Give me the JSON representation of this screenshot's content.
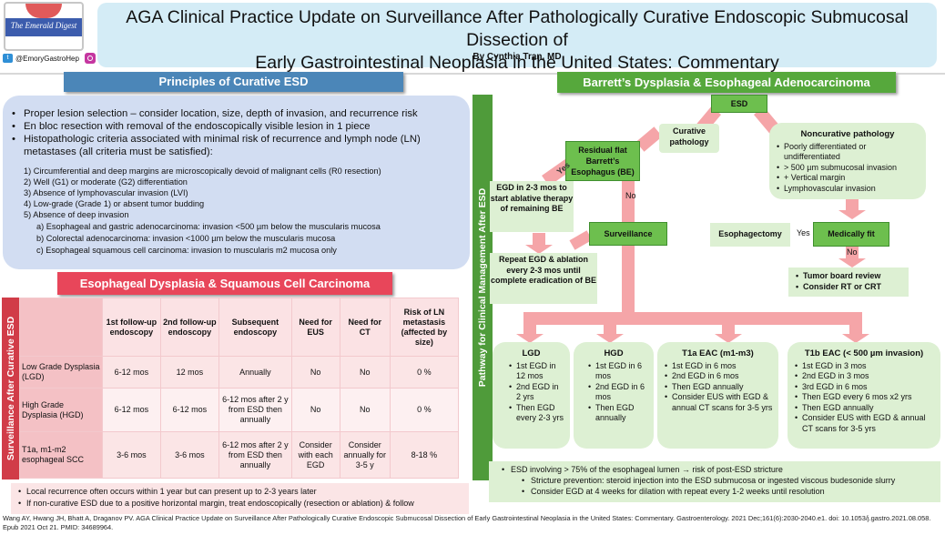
{
  "header": {
    "title_line1": "AGA Clinical Practice Update on Surveillance After Pathologically Curative Endoscopic Submucosal Dissection of",
    "title_line2": "Early Gastrointestinal Neoplasia in the United States: Commentary",
    "author": "By Cynthia Tran, MD",
    "logo_text": "The Emerald Digest",
    "handle": "@EmoryGastroHep"
  },
  "principles": {
    "heading": "Principles of Curative ESD",
    "bullets": [
      "Proper lesion selection – consider location, size, depth of invasion, and recurrence risk",
      "En bloc resection with removal of the endoscopically visible lesion in 1 piece",
      "Histopathologic criteria associated with minimal risk of recurrence and lymph node (LN)",
      "metastases (all criteria must be satisfied):"
    ],
    "criteria": [
      "1)  Circumferential and deep margins are microscopically devoid of malignant cells (R0 resection)",
      "2)  Well (G1) or moderate (G2) differentiation",
      "3)  Absence of lymphovascular invasion (LVI)",
      "4)  Low-grade (Grade 1) or absent tumor budding",
      "5)  Absence of deep invasion"
    ],
    "subcriteria": [
      "a)   Esophageal and gastric adenocarcinoma: invasion <500 µm below the muscularis mucosa",
      "b)   Colorectal adenocarcinoma: invasion <1000 µm below the muscularis mucosa",
      "c)   Esophageal squamous cell carcinoma: invasion to muscularis m2 mucosa only"
    ]
  },
  "squamous": {
    "heading": "Esophageal Dysplasia & Squamous Cell Carcinoma",
    "side_label": "Surveillance After Curative ESD",
    "columns": [
      "1st follow-up endoscopy",
      "2nd follow-up endoscopy",
      "Subsequent endoscopy",
      "Need for EUS",
      "Need for CT",
      "Risk of LN metastasis (affected by size)"
    ],
    "rows": [
      {
        "label": "Low Grade Dysplasia (LGD)",
        "cells": [
          "6-12 mos",
          "12 mos",
          "Annually",
          "No",
          "No",
          "0 %"
        ]
      },
      {
        "label": "High Grade Dysplasia (HGD)",
        "cells": [
          "6-12 mos",
          "6-12 mos",
          "6-12 mos after 2 y from ESD then annually",
          "No",
          "No",
          "0 %"
        ]
      },
      {
        "label": "T1a, m1-m2 esophageal SCC",
        "cells": [
          "3-6 mos",
          "3-6 mos",
          "6-12 mos after 2 y from ESD then annually",
          "Consider with each EGD",
          "Consider annually for 3-5 y",
          "8-18 %"
        ]
      }
    ],
    "notes": [
      "Local recurrence often occurs within 1 year but can present up to 2-3 years later",
      "If non-curative ESD due to a positive horizontal margin, treat endoscopically (resection or ablation) & follow"
    ]
  },
  "barretts": {
    "heading": "Barrett’s Dysplasia & Esophageal Adenocarcinoma",
    "side_label": "Pathway for Clinical Management After ESD",
    "esd": "ESD",
    "curative": "Curative pathology",
    "noncurative_title": "Noncurative pathology",
    "noncurative_items": [
      "Poorly differentiated or undifferentiated",
      "> 500 µm submucosal invasion",
      "+ Vertical margin",
      "Lymphovascular invasion"
    ],
    "residual": "Residual flat Barrett’s Esophagus (BE)",
    "yes1": "Yes",
    "no1": "No",
    "ablative": "EGD in 2-3 mos to start ablative therapy of remaining BE",
    "surveillance": "Surveillance",
    "repeat": "Repeat EGD & ablation every 2-3 mos until complete eradication of BE",
    "esophagectomy": "Esophagectomy",
    "yes2": "Yes",
    "medically_fit": "Medically fit",
    "no2": "No",
    "tumor_board": [
      "Tumor board review",
      "Consider RT or CRT"
    ],
    "lgd": {
      "title": "LGD",
      "items": [
        "1st EGD in 12 mos",
        "2nd EGD in 2 yrs",
        "Then EGD every 2-3 yrs"
      ]
    },
    "hgd": {
      "title": "HGD",
      "items": [
        "1st EGD in 6 mos",
        "2nd EGD in 6 mos",
        "Then EGD annually"
      ]
    },
    "t1a": {
      "title": "T1a EAC (m1-m3)",
      "items": [
        "1st EGD in 6 mos",
        "2nd EGD in 6 mos",
        "Then EGD annually",
        "Consider EUS with EGD & annual CT scans for 3-5 yrs"
      ]
    },
    "t1b": {
      "title": "T1b EAC (< 500 µm invasion)",
      "items": [
        "1st EGD in 3 mos",
        "2nd EGD in 3 mos",
        "3rd EGD in 6 mos",
        "Then EGD every 6 mos x2 yrs",
        "Then EGD annually",
        "Consider EUS with EGD & annual CT scans for 3-5 yrs"
      ]
    },
    "stricture": [
      "ESD involving > 75% of the esophageal lumen → risk of post-ESD stricture",
      "Stricture prevention: steroid injection into the ESD submucosa or ingested viscous budesonide slurry",
      "Consider EGD at 4 weeks for dilation with repeat every 1-2 weeks until resolution"
    ]
  },
  "citation": "Wang AY, Hwang JH, Bhatt A, Draganov PV. AGA Clinical Practice Update on Surveillance After Pathologically Curative Endoscopic Submucosal Dissection of Early Gastrointestinal Neoplasia in the United States: Commentary. Gastroenterology. 2021 Dec;161(6):2030-2040.e1. doi: 10.1053/j.gastro.2021.08.058. Epub 2021 Oct 21. PMID: 34689964.",
  "colors": {
    "title_bg": "#d4ecf6",
    "blue_header": "#4b86b8",
    "pink_header": "#e8465a",
    "green_header": "#56a83c",
    "green_box": "#ddf0d3",
    "pink_arrow": "#f5a5a8"
  }
}
